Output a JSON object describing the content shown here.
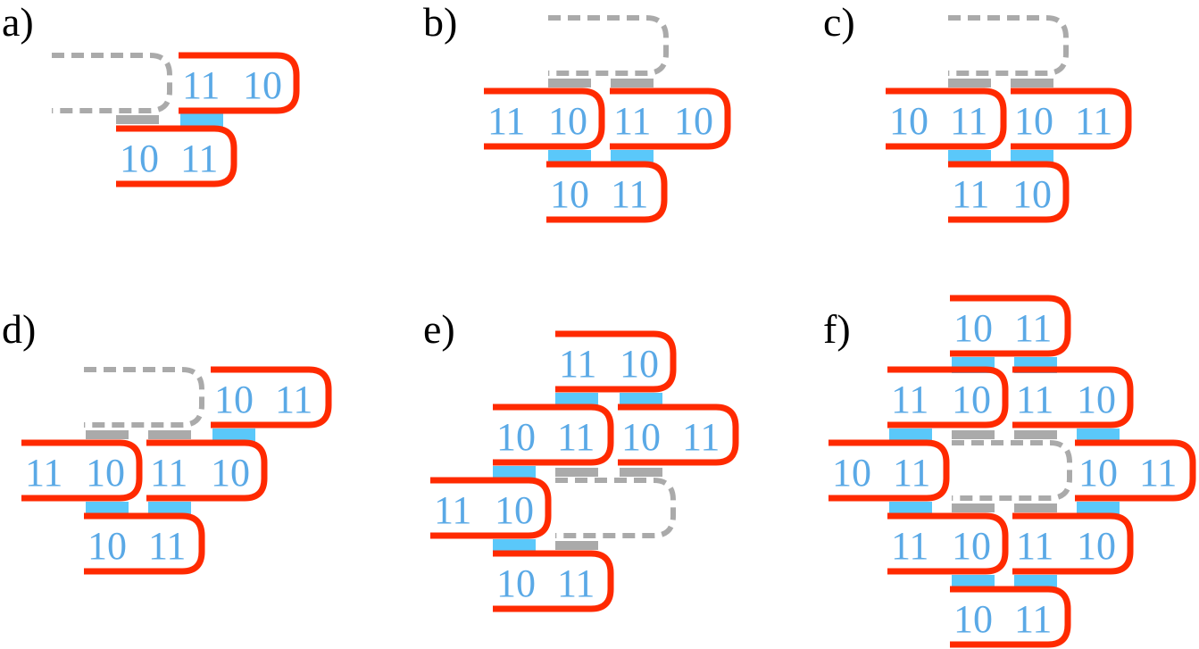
{
  "colors": {
    "tile_outline": "#ff2a00",
    "ghost_outline": "#aaaaaa",
    "text": "#5aa9e6",
    "bond_active": "#5ac8fa",
    "bond_inactive": "#aaaaaa",
    "label": "#000000"
  },
  "panels": [
    {
      "label": "a)",
      "tiles": [
        {
          "left": "11",
          "right": "10"
        },
        {
          "left": "10",
          "right": "11"
        }
      ],
      "ghosts": 1,
      "bonds": [
        {
          "state": "inactive"
        },
        {
          "state": "active"
        }
      ]
    },
    {
      "label": "b)",
      "tiles": [
        {
          "left": "11",
          "right": "10"
        },
        {
          "left": "11",
          "right": "10"
        },
        {
          "left": "10",
          "right": "11"
        }
      ],
      "ghosts": 1,
      "bonds": [
        {
          "state": "inactive"
        },
        {
          "state": "inactive"
        },
        {
          "state": "active"
        },
        {
          "state": "active"
        }
      ]
    },
    {
      "label": "c)",
      "tiles": [
        {
          "left": "10",
          "right": "11"
        },
        {
          "left": "10",
          "right": "11"
        },
        {
          "left": "11",
          "right": "10"
        }
      ],
      "ghosts": 1,
      "bonds": [
        {
          "state": "inactive"
        },
        {
          "state": "inactive"
        },
        {
          "state": "active"
        },
        {
          "state": "active"
        }
      ]
    },
    {
      "label": "d)",
      "tiles": [
        {
          "left": "10",
          "right": "11"
        },
        {
          "left": "11",
          "right": "10"
        },
        {
          "left": "11",
          "right": "10"
        },
        {
          "left": "10",
          "right": "11"
        }
      ],
      "ghosts": 1,
      "bonds": [
        {
          "state": "inactive"
        },
        {
          "state": "inactive"
        },
        {
          "state": "active"
        },
        {
          "state": "active"
        },
        {
          "state": "active"
        }
      ]
    },
    {
      "label": "e)",
      "tiles": [
        {
          "left": "11",
          "right": "10"
        },
        {
          "left": "10",
          "right": "11"
        },
        {
          "left": "10",
          "right": "11"
        },
        {
          "left": "11",
          "right": "10"
        },
        {
          "left": "10",
          "right": "11"
        }
      ],
      "ghosts": 1,
      "bonds": [
        {
          "state": "active"
        },
        {
          "state": "active"
        },
        {
          "state": "inactive"
        },
        {
          "state": "inactive"
        },
        {
          "state": "active"
        },
        {
          "state": "active"
        },
        {
          "state": "inactive"
        }
      ]
    },
    {
      "label": "f)",
      "tiles": [
        {
          "left": "10",
          "right": "11"
        },
        {
          "left": "11",
          "right": "10"
        },
        {
          "left": "11",
          "right": "10"
        },
        {
          "left": "10",
          "right": "11"
        },
        {
          "left": "10",
          "right": "11"
        },
        {
          "left": "11",
          "right": "10"
        },
        {
          "left": "11",
          "right": "10"
        },
        {
          "left": "10",
          "right": "11"
        }
      ],
      "ghosts": 1,
      "bonds": [
        {
          "state": "active"
        },
        {
          "state": "active"
        },
        {
          "state": "active"
        },
        {
          "state": "inactive"
        },
        {
          "state": "inactive"
        },
        {
          "state": "active"
        },
        {
          "state": "active"
        },
        {
          "state": "inactive"
        },
        {
          "state": "inactive"
        },
        {
          "state": "active"
        },
        {
          "state": "active"
        },
        {
          "state": "active"
        }
      ]
    }
  ]
}
